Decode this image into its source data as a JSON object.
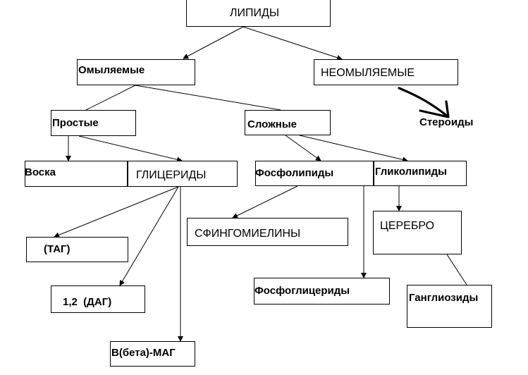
{
  "diagram": {
    "nodes": {
      "lipids": "ЛИПИДЫ",
      "saponifiable": "Омыляемые",
      "unsaponifiable": "НЕОМЫЛЯЕМЫЕ",
      "steroids": "Стероиды",
      "simple": "Простые",
      "complex": "Сложные",
      "waxes": "Воска",
      "glycerides": "ГЛИЦЕРИДЫ",
      "phospholipids": "Фосфолипиды",
      "glycolipids": "Гликолипиды",
      "tag": "(ТАГ)",
      "sphingomyelins": "СФИНГОМИЕЛИНЫ",
      "cerebro": "ЦЕРЕБРО",
      "dag": "1,2  (ДАГ)",
      "phosphoglycerides": "Фосфоглицериды",
      "gangliosides": "Ганглиозиды",
      "mag": "В(бета)-МАГ"
    }
  }
}
